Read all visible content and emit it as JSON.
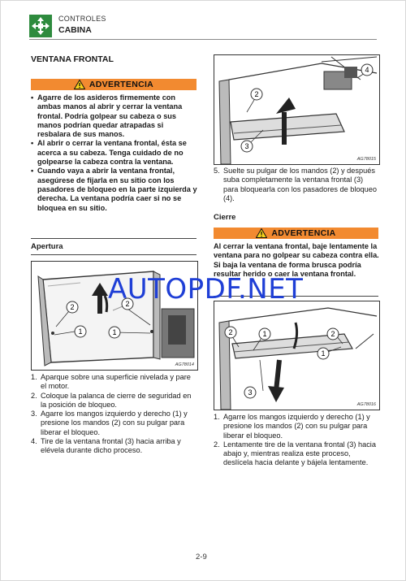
{
  "header": {
    "section": "CONTROLES",
    "subsection": "CABINA",
    "icon": "green-arrows-icon"
  },
  "title": "VENTANA FRONTAL",
  "warning_label": "ADVERTENCIA",
  "warning1_items": [
    "Agarre de los asideros firmemente con ambas manos al abrir y cerrar la ventana frontal. Podría golpear su cabeza o sus manos podrían quedar atrapadas si resbalara de sus manos.",
    "Al abrir o cerrar la ventana frontal, ésta se acerca a su cabeza. Tenga cuidado de no golpearse la cabeza contra la ventana.",
    "Cuando vaya a abrir la ventana frontal, asegúrese de fijarla en su sitio con los pasadores de bloqueo en la parte izquierda y derecha. La ventana podría caer si no se bloquea en su sitio."
  ],
  "apertura": {
    "heading": "Apertura",
    "figure_code": "AG78014",
    "callouts": [
      "1",
      "2",
      "1",
      "2"
    ],
    "steps": [
      {
        "n": "1.",
        "text": "Aparque sobre una superficie nivelada y pare el motor."
      },
      {
        "n": "2.",
        "text": "Coloque la palanca de cierre de seguridad en la posición de bloqueo."
      },
      {
        "n": "3.",
        "text": "Agarre los mangos izquierdo y derecho (1) y presione los mandos (2) con su pulgar para liberar el bloqueo."
      },
      {
        "n": "4.",
        "text": "Tire de la ventana frontal (3) hacia arriba y elévela durante dicho proceso."
      }
    ]
  },
  "figure1": {
    "code": "AG78015",
    "callouts": [
      "2",
      "3",
      "4"
    ]
  },
  "step5": {
    "n": "5.",
    "text": "Suelte su pulgar de los mandos (2) y después suba completamente la ventana frontal (3) para bloquearla con los pasadores de bloqueo (4)."
  },
  "cierre": {
    "heading": "Cierre",
    "warning_text": "Al cerrar la ventana frontal, baje lentamente la ventana para no golpear su cabeza contra ella. Si baja la ventana de forma brusca podría resultar herido o caer la ventana frontal.",
    "figure_code": "AG78016",
    "callouts": [
      "2",
      "1",
      "3",
      "2",
      "1"
    ],
    "steps": [
      {
        "n": "1.",
        "text": "Agarre los mangos izquierdo y derecho (1) y presione los mandos (2) con su pulgar para liberar el bloqueo."
      },
      {
        "n": "2.",
        "text": "Lentamente tire de la ventana frontal (3) hacia abajo y, mientras realiza este proceso, deslícela hacia delante y bájela lentamente."
      }
    ]
  },
  "watermark": "AUTOPDF.NET",
  "page_number": "2-9",
  "colors": {
    "warning": "#f28a30",
    "icon": "#2e8b3e",
    "watermark": "#1f3fd6"
  }
}
